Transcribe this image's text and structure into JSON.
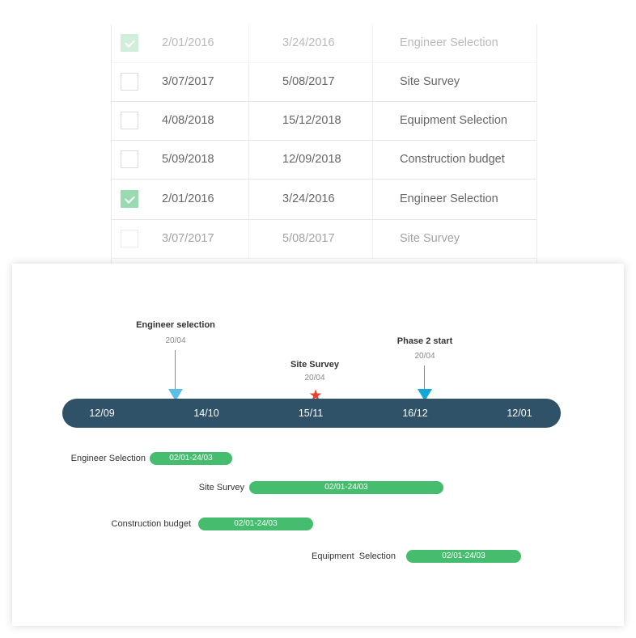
{
  "table": {
    "rows": [
      {
        "checked": true,
        "start": "2/01/2016",
        "end": "3/24/2016",
        "task": "Engineer Selection"
      },
      {
        "checked": false,
        "start": "3/07/2017",
        "end": "5/08/2017",
        "task": "Site Survey"
      },
      {
        "checked": false,
        "start": "4/08/2018",
        "end": "15/12/2018",
        "task": "Equipment Selection"
      },
      {
        "checked": false,
        "start": "5/09/2018",
        "end": "12/09/2018",
        "task": "Construction budget"
      },
      {
        "checked": true,
        "start": "2/01/2016",
        "end": "3/24/2016",
        "task": "Engineer Selection"
      },
      {
        "checked": false,
        "start": "3/07/2017",
        "end": "5/08/2017",
        "task": "Site Survey"
      }
    ]
  },
  "timeline": {
    "ticks": [
      "12/09",
      "14/10",
      "15/11",
      "16/12",
      "12/01"
    ],
    "milestones": [
      {
        "title": "Engineer selection",
        "date": "20/04",
        "marker": "triangle-down-icon"
      },
      {
        "title": "Site Survey",
        "date": "20/04",
        "marker": "star-icon"
      },
      {
        "title": "Phase 2 start",
        "date": "20/04",
        "marker": "triangle-down-icon"
      }
    ],
    "tasks": [
      {
        "label": "Engineer Selection",
        "range": "02/01-24/03"
      },
      {
        "label": "Site Survey",
        "range": "02/01-24/03"
      },
      {
        "label": "Construction budget",
        "range": "02/01-24/03"
      },
      {
        "label": "Equipment  Selection",
        "range": "02/01-24/03"
      }
    ]
  },
  "colors": {
    "track": "#2f5268",
    "bar": "#46bd6e",
    "checkbox_checked": "#9adab0",
    "marker_light": "#5bc0e8",
    "marker_dark": "#11a7d8",
    "star": "#e8412b"
  }
}
